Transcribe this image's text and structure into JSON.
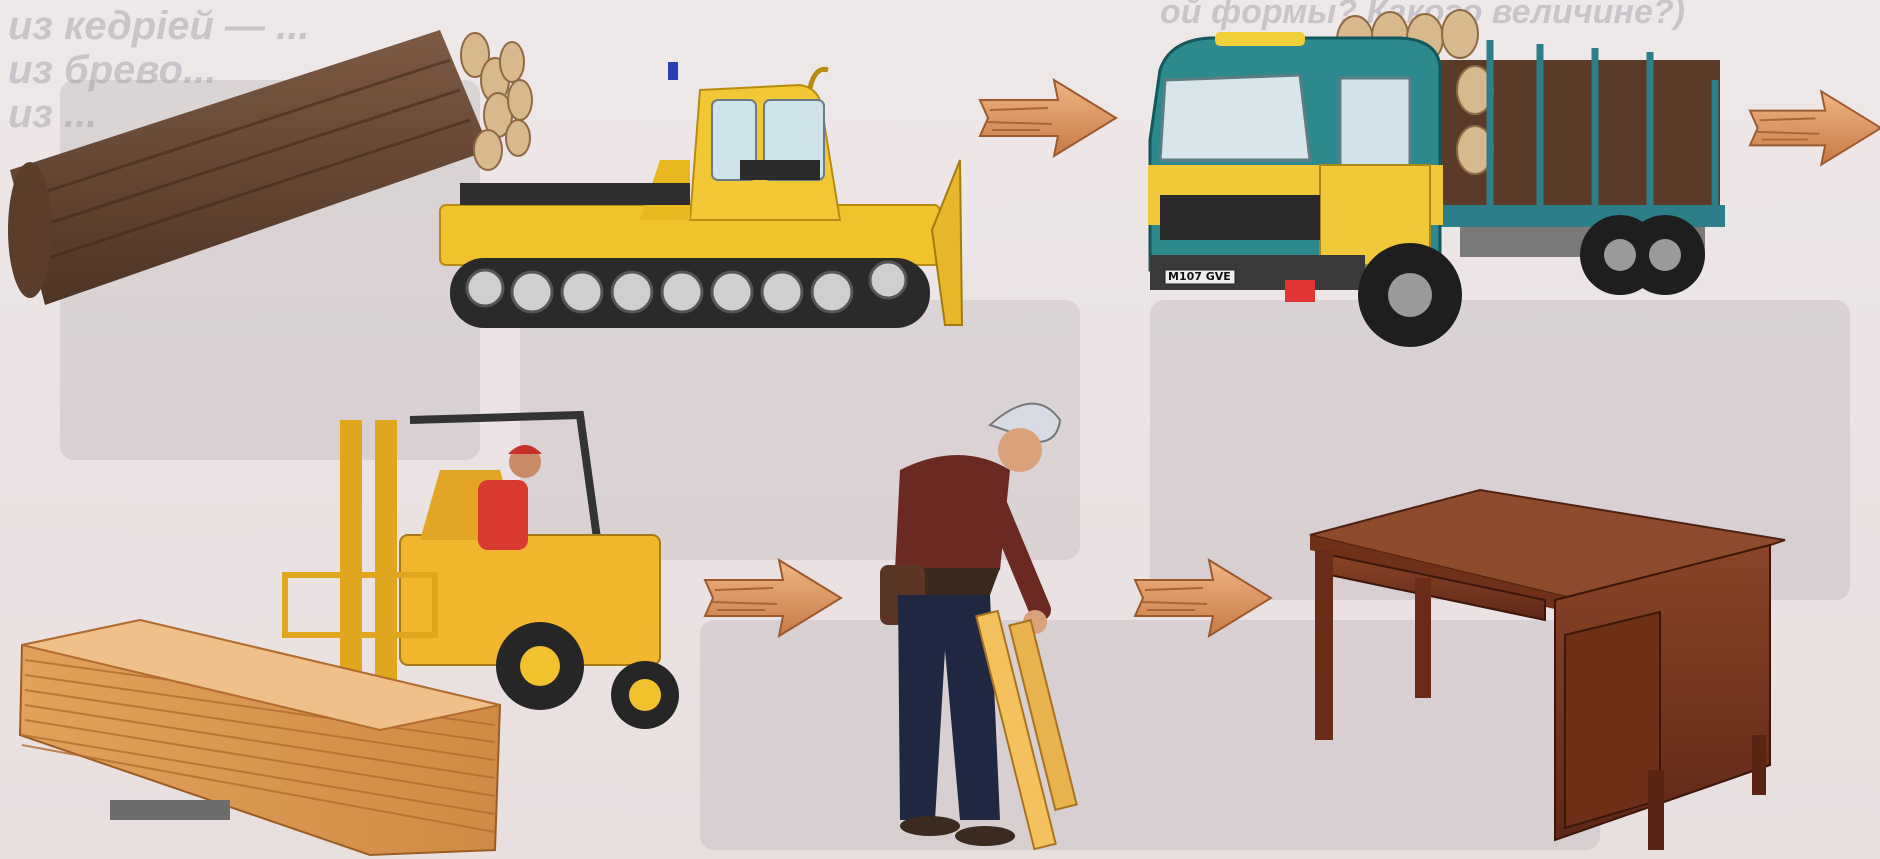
{
  "background": {
    "left_text_lines": [
      "из кедрiей — ...",
      "из брево...",
      "из ..."
    ],
    "top_text": "ой формы? Какого величине?)"
  },
  "truck": {
    "plate": "M107 GVE"
  },
  "steps": [
    "logs-on-tracked-skidder",
    "timber-truck",
    "forklift-with-boards",
    "carpenter-with-planks",
    "wooden-desk"
  ],
  "colors": {
    "background": "#ede6e6",
    "arrow_wood": "#d9905a",
    "machine_yellow": "#f0c22b",
    "truck_cab_teal": "#2c8a8e",
    "desk_brown": "#7b3a22",
    "log_brown": "#6b4a36"
  }
}
